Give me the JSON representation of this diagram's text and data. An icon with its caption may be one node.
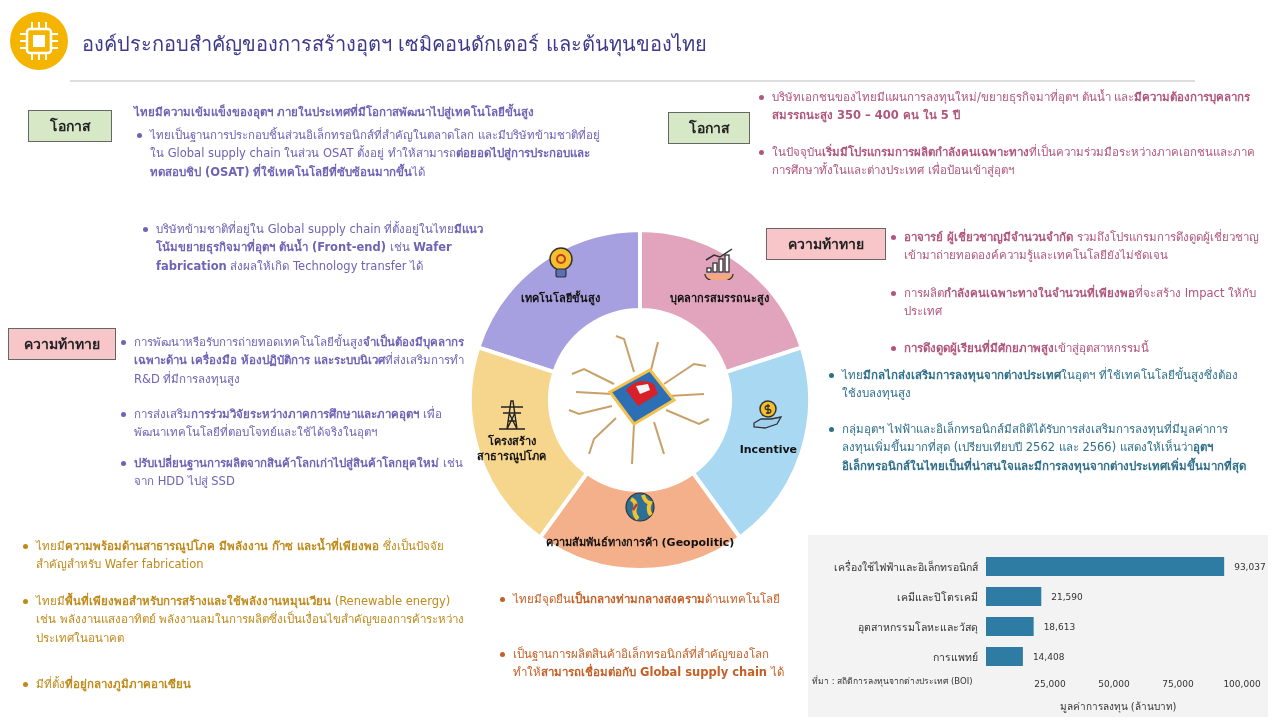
{
  "diagram": {
    "title": "องค์ประกอบสำคัญของการสร้างอุตฯ เซมิคอนดักเตอร์ และต้นทุนของไทย",
    "nodes": [
      {
        "text": [
          "โอกาส"
        ]
      },
      {
        "text": [
          "โอกาส"
        ]
      },
      {
        "text": [
          "ความท้าทาย"
        ]
      },
      {
        "text": [
          "ความท้าทาย"
        ]
      },
      {
        "text": [
          "เทคโนโลยีขั้นสูง"
        ]
      },
      {
        "text": [
          "บุคลากรสมรรถนะสูง"
        ]
      },
      {
        "text": [
          "Incentive"
        ]
      },
      {
        "text": [
          "ความสัมพันธ์ทางการค้า (Geopolitic)"
        ]
      },
      {
        "text": [
          "โครงสร้างสาธารณูปโภค"
        ]
      }
    ],
    "labels": [
      "ไทยมีความเข้มแข็งของอุตฯ ภายในประเทศที่มีโอกาสพัฒนาไปสู่เทคโนโลยีขั้นสูง",
      "ไทยเป็นฐานการประกอบชิ้นส่วนอิเล็กทรอนิกส์ที่สำคัญในตลาดโลก และมีบริษัทข้ามชาติที่อยู่ใน Global supply chain ในส่วน OSAT ตั้งอยู่ ทำให้สามารถ**ต่อยอดไปสู่การประกอบและทดสอบชิป (OSAT) ที่ใช้เทคโนโลยีที่ซับซ้อนมากขึ้น**ได้",
      "บริษัทข้ามชาติที่อยู่ใน Global supply chain ที่ตั้งอยู่ในไทย**มีแนวโน้มขยายธุรกิจมาที่อุตฯ ต้นน้ำ (Front-end)** เช่น **Wafer fabrication** ส่งผลให้เกิด Technology transfer ได้",
      "บริษัทเอกชนของไทยมีแผนการลงทุนใหม่/ขยายธุรกิจมาที่อุตฯ ต้นน้ำ และ**มีความต้องการบุคลากรสมรรถนะสูง 350 – 400 คน ใน 5 ปี**",
      "ในปัจจุบัน**เริ่มมีโปรแกรมการผลิตกำลังคนเฉพาะทาง**ที่เป็นความร่วมมือระหว่างภาคเอกชนและภาคการศึกษาทั้งในและต่างประเทศ เพื่อป้อนเข้าสู่อุตฯ",
      "**อาจารย์ ผู้เชี่ยวชาญมีจำนวนจำกัด** รวมถึงโปรแกรมการดึงดูดผู้เชี่ยวชาญเข้ามาถ่ายทอดองค์ความรู้และเทคโนโลยียังไม่ชัดเจน",
      "การผลิต**กำลังคนเฉพาะทางในจำนวนที่เพียงพอ**ที่จะสร้าง Impact ให้กับประเทศ",
      "**การดึงดูดผู้เรียนที่มีศักยภาพสูง**เข้าสู่อุตสาหกรรมนี้",
      "การพัฒนาหรือรับการถ่ายทอดเทคโนโลยีขั้นสูง**จำเป็นต้องมีบุคลากรเฉพาะด้าน เครื่องมือ ห้องปฏิบัติการ และระบบนิเวศ**ที่ส่งเสริมการทำ R&D ที่มีการลงทุนสูง",
      "การส่งเสริม**การร่วมวิจัยระหว่างภาคการศึกษาและภาคอุตฯ** เพื่อพัฒนาเทคโนโลยีที่ตอบโจทย์และใช้ได้จริงในอุตฯ",
      "**ปรับเปลี่ยนฐานการผลิตจากสินค้าโลกเก่าไปสู่สินค้าโลกยุคใหม่** เช่น จาก HDD ไปสู่ SSD",
      "ไทย**มีกลไกส่งเสริมการลงทุนจากต่างประเทศ**ในอุตฯ ที่ใช้เทคโนโลยีขั้นสูงซึ่งต้องใช้งบลงทุนสูง",
      "กลุ่มอุตฯ ไฟฟ้าและอิเล็กทรอนิกส์มีสถิติได้รับการส่งเสริมการลงทุนที่มีมูลค่าการลงทุนเพิ่มขึ้นมากที่สุด (เปรียบเทียบปี 2562 และ 2566) แสดงให้เห็นว่า**อุตฯ อิเล็กทรอนิกส์ในไทยเป็นที่น่าสนใจและมีการลงทุนจากต่างประเทศเพิ่มขึ้นมากที่สุด**",
      "ไทยมี**ความพร้อมด้านสาธารณูปโภค มีพลังงาน ก๊าซ และน้ำที่เพียงพอ** ซึ่งเป็นปัจจัยสำคัญสำหรับ Wafer fabrication",
      "ไทยมี**พื้นที่เพียงพอสำหรับการสร้างและใช้พลังงานหมุนเวียน** (Renewable energy) เช่น พลังงานแสงอาทิตย์ พลังงานลมในการผลิตซึ่งเป็นเงื่อนไขสำคัญของการค้าระหว่างประเทศในอนาคต",
      "มีที่ตั้ง**ที่อยู่กลางภูมิภาคอาเซียน**",
      "ไทยมีจุดยืน**เป็นกลางท่ามกลางสงคราม**ด้านเทคโนโลยี",
      "เป็นฐานการผลิตสินค้าอิเล็กทรอนิกส์ที่สำคัญของโลกทำให้**สามารถเชื่อมต่อกับ Global supply chain** ได้",
      "ที่มา : สถิติการลงทุนจากต่างประเทศ (BOI)"
    ],
    "chart_data": {
      "type": "bar",
      "orientation": "horizontal",
      "xlabel": "มูลค่าการลงทุน (ล้านบาท)",
      "categories": [
        "เครื่องใช้ไฟฟ้าและอิเล็กทรอนิกส์",
        "เคมีและปิโตรเคมี",
        "อุตสาหกรรมโลหะและวัสดุ",
        "การแพทย์"
      ],
      "series": [
        {
          "color": "#2e7ca3",
          "values": [
            93037,
            21590,
            18613,
            14408
          ]
        }
      ],
      "xlim": [
        0,
        100000
      ],
      "xticks": [
        {
          "value": 25000,
          "label": "25,000"
        },
        {
          "value": 50000,
          "label": "50,000"
        },
        {
          "value": 75000,
          "label": "75,000"
        },
        {
          "value": 100000,
          "label": "100,000"
        }
      ],
      "value_labels": [
        "93,037",
        "21,590",
        "18,613",
        "14,408"
      ]
    }
  }
}
